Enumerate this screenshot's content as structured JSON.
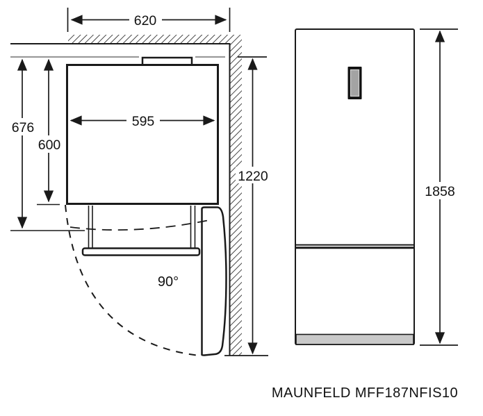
{
  "diagram": {
    "caption": "MAUNFELD MFF187NFIS10",
    "top_view": {
      "dim_niche_width": "620",
      "dim_depth_total": "676",
      "dim_body_depth": "600",
      "dim_body_width": "595",
      "dim_side_height": "1220",
      "door_open_angle": "90°"
    },
    "front_view": {
      "dim_height": "1858"
    },
    "colors": {
      "line": "#1a1a1a",
      "clearance_line": "#9a9a9a",
      "plinth_fill": "#c9c9c9",
      "display_frame": "#121212",
      "display_screen": "#a3a3a3"
    }
  }
}
